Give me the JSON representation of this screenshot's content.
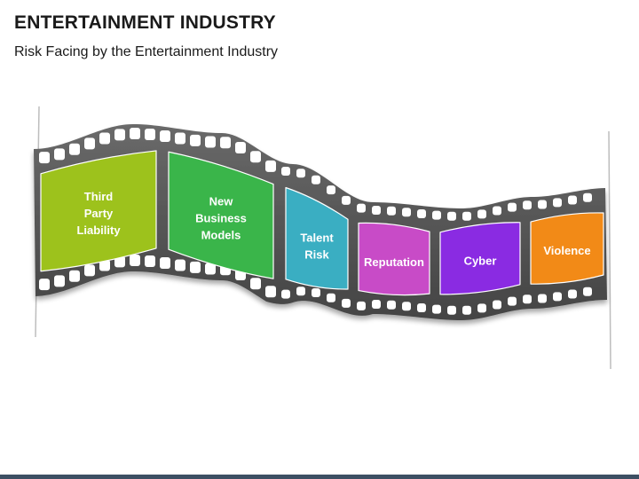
{
  "header": {
    "title": "ENTERTAINMENT INDUSTRY",
    "subtitle": "Risk Facing by the Entertainment Industry"
  },
  "frames": [
    {
      "lines": [
        "Third",
        "Party",
        "Liability"
      ],
      "color": "#9dc21c"
    },
    {
      "lines": [
        "New",
        "Business",
        "Models"
      ],
      "color": "#3ab54a"
    },
    {
      "lines": [
        "Talent",
        "Risk"
      ],
      "color": "#3aaec2"
    },
    {
      "lines": [
        "Reputation"
      ],
      "color": "#c84bc7"
    },
    {
      "lines": [
        "Cyber"
      ],
      "color": "#8a2be2"
    },
    {
      "lines": [
        "Violence"
      ],
      "color": "#f28a17"
    }
  ],
  "colors": {
    "film_strip": "#5a5a5a",
    "sprocket_hole": "#ffffff",
    "footer": "#3d4f63"
  }
}
